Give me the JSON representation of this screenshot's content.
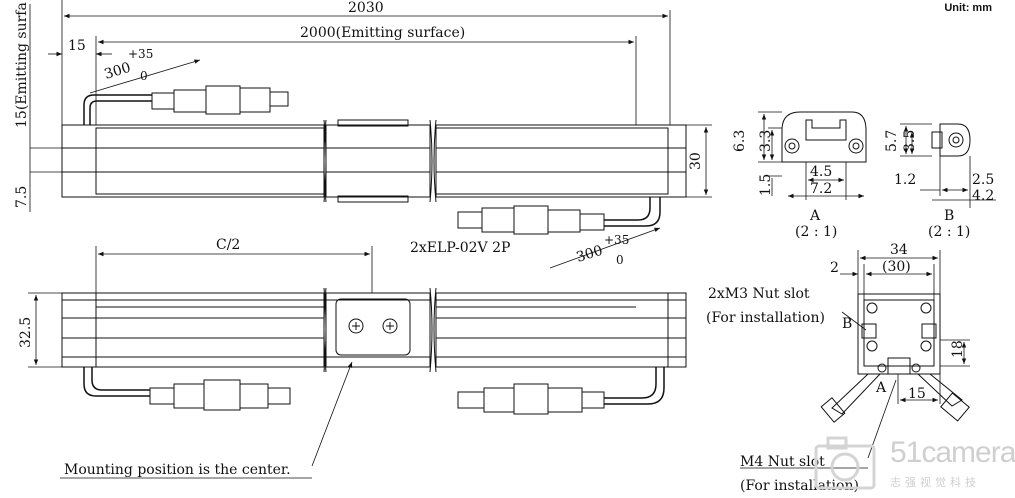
{
  "unit": "Unit: mm",
  "dims": {
    "total_length": "2030",
    "emitting_length": "2000(Emitting surface)",
    "offset_15": "15",
    "cable_300_top": "300",
    "tol_plus35": "+35",
    "tol_0": "0",
    "height_30": "30",
    "emit_15_label": "15(Emitting surfa",
    "dim_7_5": "7.5",
    "connector_label": "2xELP-02V 2P",
    "cable_300_bottom": "300",
    "c_half": "C/2",
    "dim_32_5": "32.5",
    "mounting_note": "Mounting position is the center."
  },
  "detail_a": {
    "d6_3": "6.3",
    "d3_3": "3.3",
    "d4_5": "4.5",
    "d1_5": "1.5",
    "d7_2": "7.2",
    "label": "A",
    "scale": "(2 : 1)"
  },
  "detail_b": {
    "d5_7": "5.7",
    "d3_5": "3.5",
    "d1_2": "1.2",
    "d2_5": "2.5",
    "d4_2": "4.2",
    "label": "B",
    "scale": "(2 : 1)"
  },
  "end_view": {
    "w34": "34",
    "w30": "(30)",
    "d2": "2",
    "d18": "18",
    "d15": "15",
    "m3_label": "2xM3 Nut slot",
    "m3_sub": "(For installation)",
    "m4_label": "M4 Nut slot",
    "m4_sub": "(For installation)",
    "callout_a": "A",
    "callout_b": "B"
  },
  "watermark": {
    "text": "51camera",
    "sub": "志强视觉科技"
  }
}
